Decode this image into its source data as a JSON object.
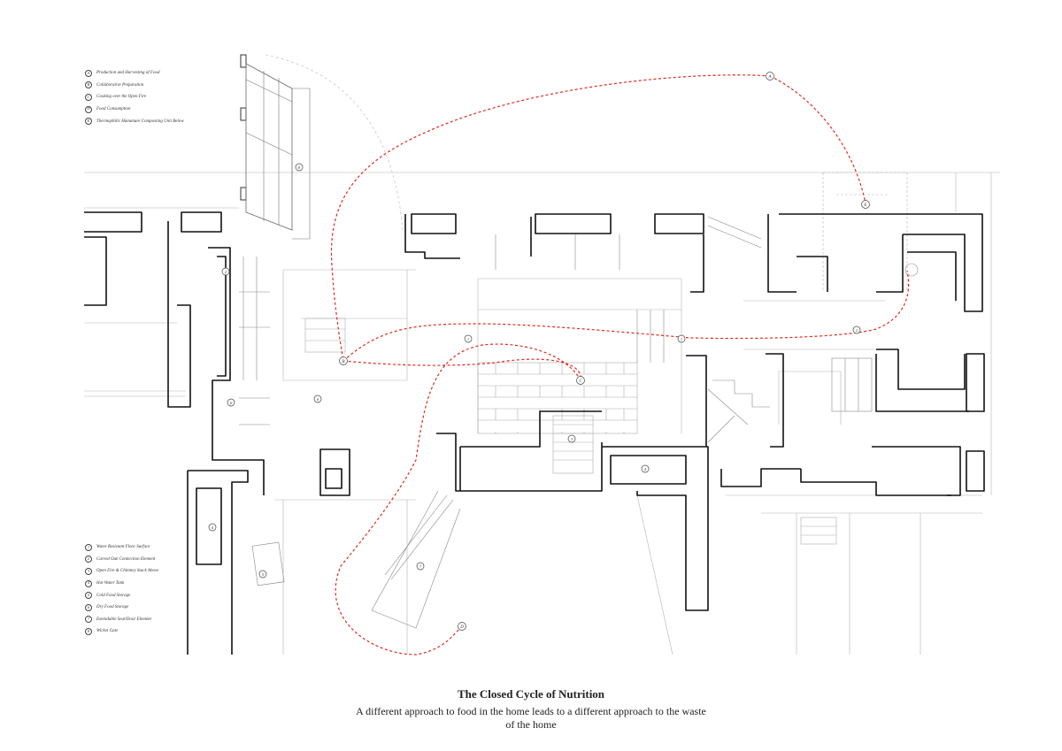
{
  "legend_stages": [
    {
      "key": "A",
      "label": "Production and Harvesting of Food"
    },
    {
      "key": "B",
      "label": "Collaborative Preparation"
    },
    {
      "key": "C",
      "label": "Cooking over the Open Fire"
    },
    {
      "key": "D",
      "label": "Food Consumption"
    },
    {
      "key": "E",
      "label": "Thermophilic Humanure Composting Unit Below"
    }
  ],
  "legend_items": [
    {
      "key": "1",
      "label": "Water Resistant Floor Surface"
    },
    {
      "key": "2",
      "label": "Carved Oak Connection Element"
    },
    {
      "key": "3",
      "label": "Open Fire & Chimney Stack Above"
    },
    {
      "key": "4",
      "label": "Hot Water Tank"
    },
    {
      "key": "5",
      "label": "Cold Food Storage"
    },
    {
      "key": "6",
      "label": "Dry Food Storage"
    },
    {
      "key": "7",
      "label": "Extendable Seat/Door Element"
    },
    {
      "key": "8",
      "label": "Wicket Gate"
    }
  ],
  "path_markers": [
    "A",
    "B",
    "C",
    "D",
    "E"
  ],
  "element_markers": [
    "1",
    "2",
    "3",
    "4",
    "5",
    "6",
    "7",
    "8"
  ],
  "caption": {
    "title": "The Closed Cycle of Nutrition",
    "line1": "A different approach to food in the home leads to a different approach to the waste",
    "line2": "of the home"
  },
  "colors": {
    "cycle_path": "#e0281e",
    "linework": "#222222",
    "fine_linework": "#9a9a9a"
  }
}
